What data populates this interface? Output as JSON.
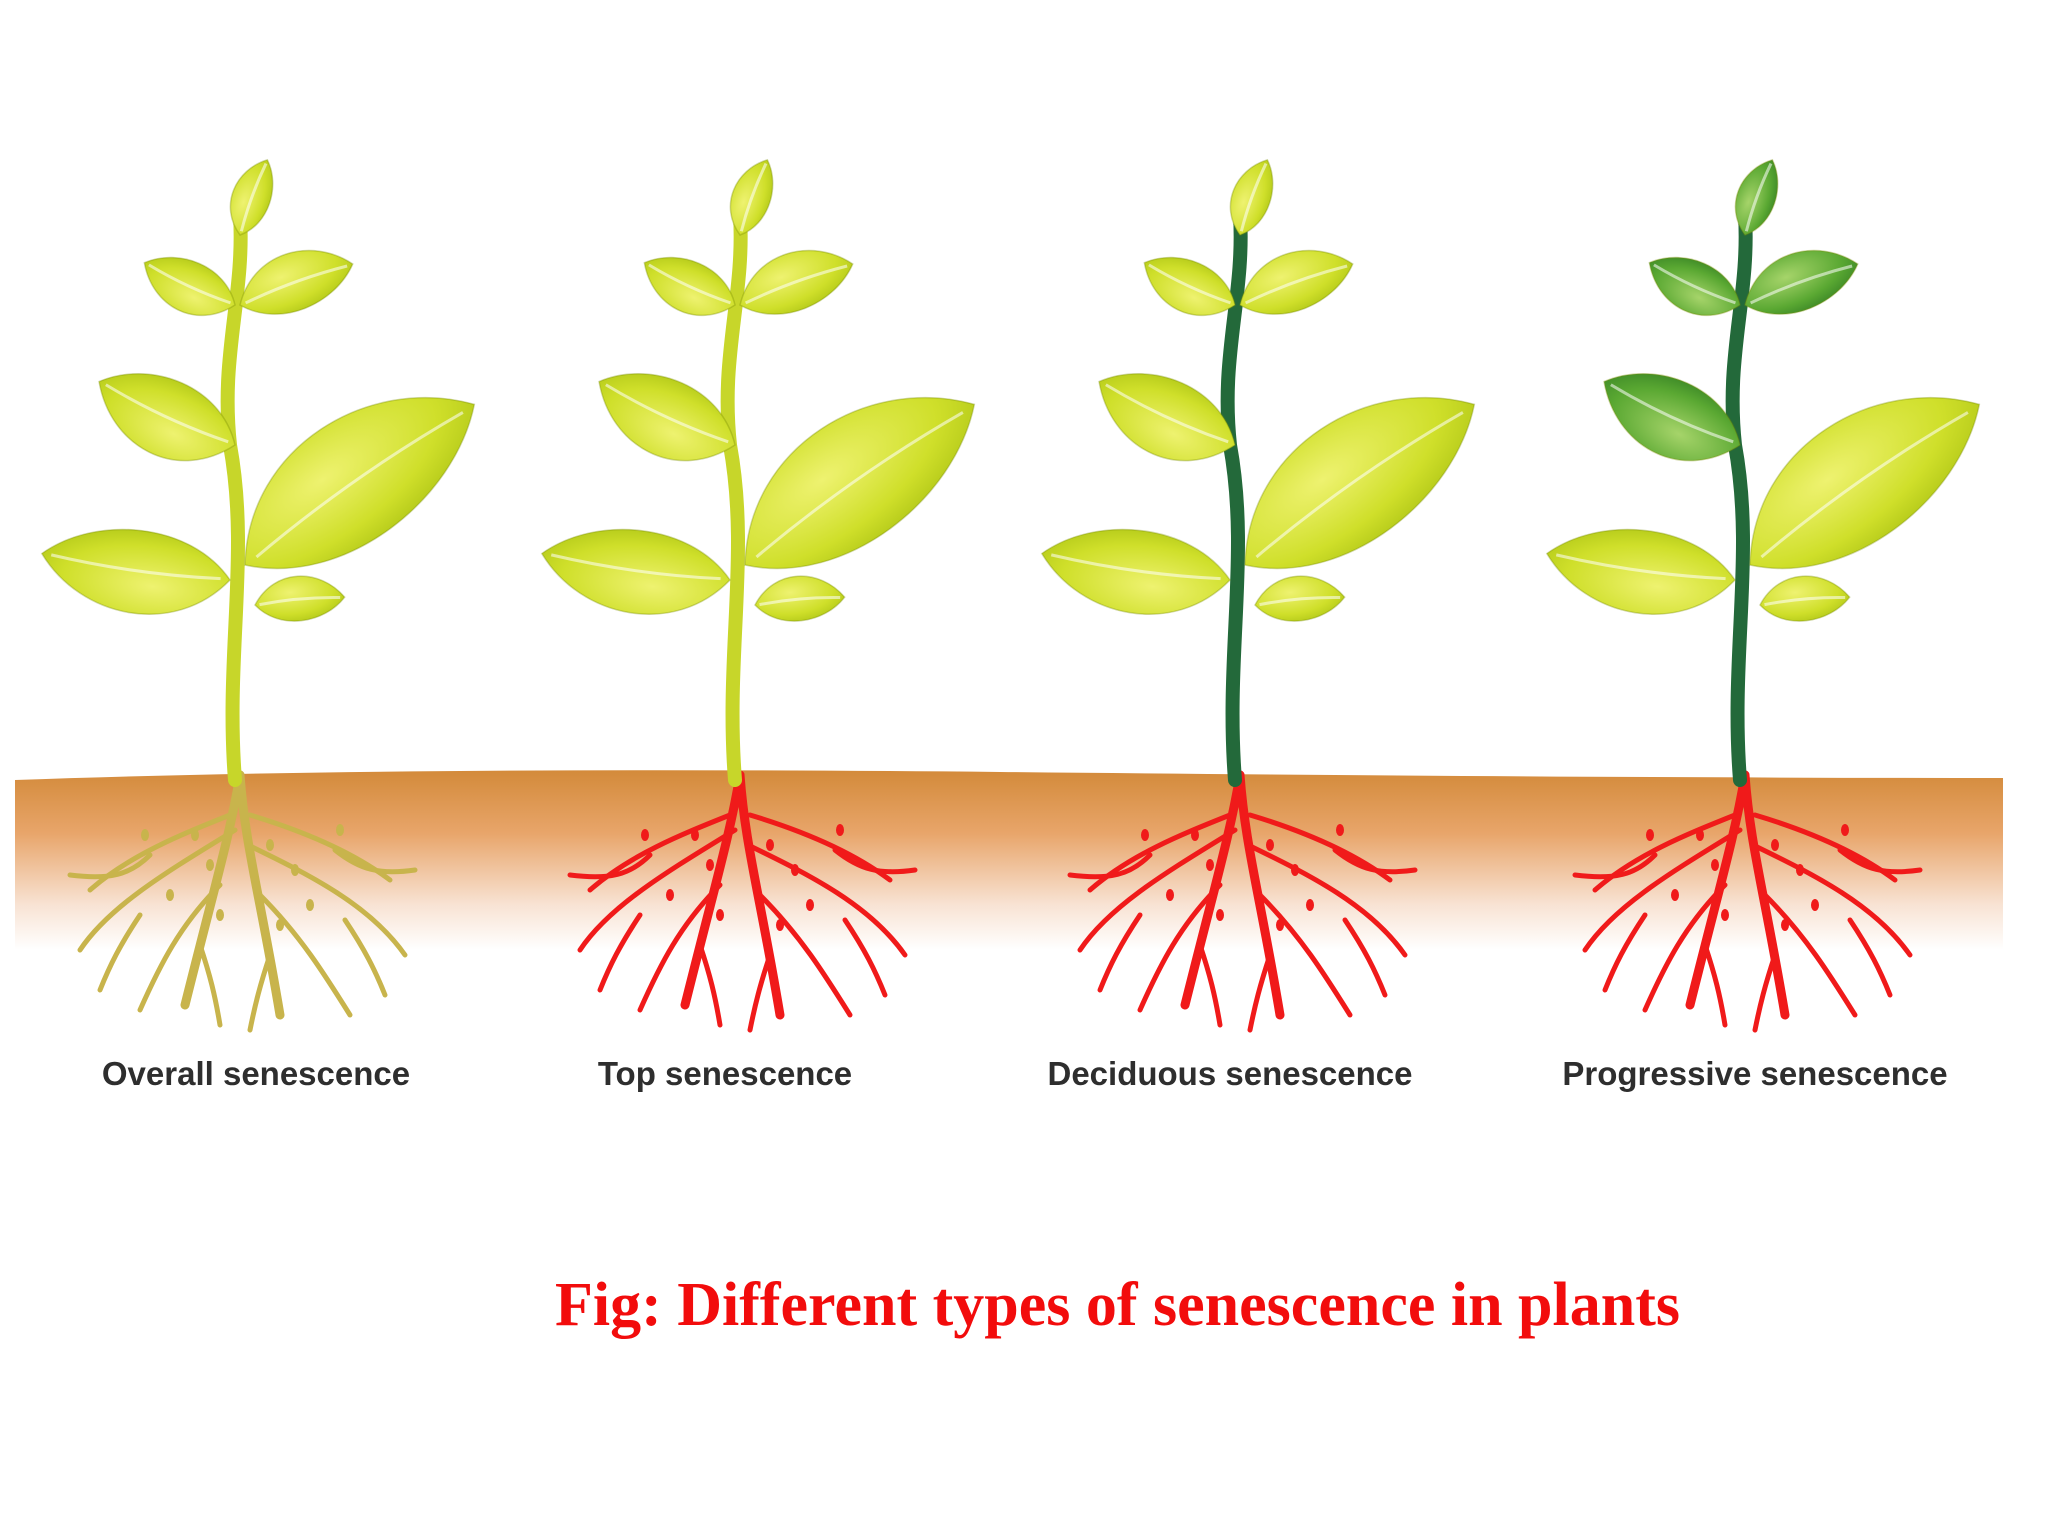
{
  "plants": [
    {
      "label": "Overall senescence",
      "stem": "yellow",
      "roots": "yellow",
      "leaves": "yellow"
    },
    {
      "label": "Top senescence",
      "stem": "yellow",
      "roots": "red",
      "leaves": "yellow"
    },
    {
      "label": "Deciduous senescence",
      "stem": "green",
      "roots": "red",
      "leaves": "yellow"
    },
    {
      "label": "Progressive senescence",
      "stem": "green",
      "roots": "red",
      "leaves": "top-green"
    }
  ],
  "caption": "Fig: Different types of senescence in plants",
  "colors": {
    "yellow_leaf": "#c9dc1c",
    "green_leaf": "#4a9a2c",
    "green_stem": "#23693a",
    "red_root": "#f01a1a",
    "yellow_root": "#c8b44c",
    "soil": "#d38a3a",
    "caption": "#f20c0c"
  }
}
